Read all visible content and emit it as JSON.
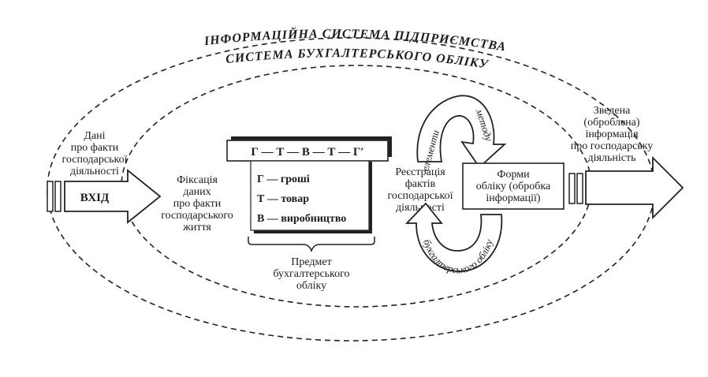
{
  "titles": {
    "enterprise": "ІНФОРМАЦІЙНА СИСТЕМА ПІДПРИЄМСТВА",
    "accounting": "СИСТЕМА БУХГАЛТЕРСЬКОГО ОБЛІКУ"
  },
  "input": {
    "label": "ВХІД",
    "data_lines": [
      "Дані",
      "про факти",
      "господарської",
      "діяльності"
    ]
  },
  "fixation": {
    "lines": [
      "Фіксація",
      "даних",
      "про факти",
      "господарського",
      "життя"
    ]
  },
  "formula": {
    "text": "Г — Т — В — Т — Г′"
  },
  "legend": {
    "items": [
      "Г — гроші",
      "Т — товар",
      "В — виробництво"
    ]
  },
  "subject": {
    "lines": [
      "Предмет",
      "бухгалтерського",
      "обліку"
    ]
  },
  "registration": {
    "lines": [
      "Реєстрація",
      "фактів",
      "господарської",
      "діяльності"
    ]
  },
  "cycle": {
    "elements": "елементи",
    "method": "методу",
    "accounting": "бухгалтерського обліку"
  },
  "forms": {
    "lines": [
      "Форми",
      "обліку (обробка",
      "інформації)"
    ]
  },
  "output": {
    "lines": [
      "Зведена",
      "(оброблена)",
      "інформація",
      "про господарську",
      "діяльність"
    ]
  }
}
